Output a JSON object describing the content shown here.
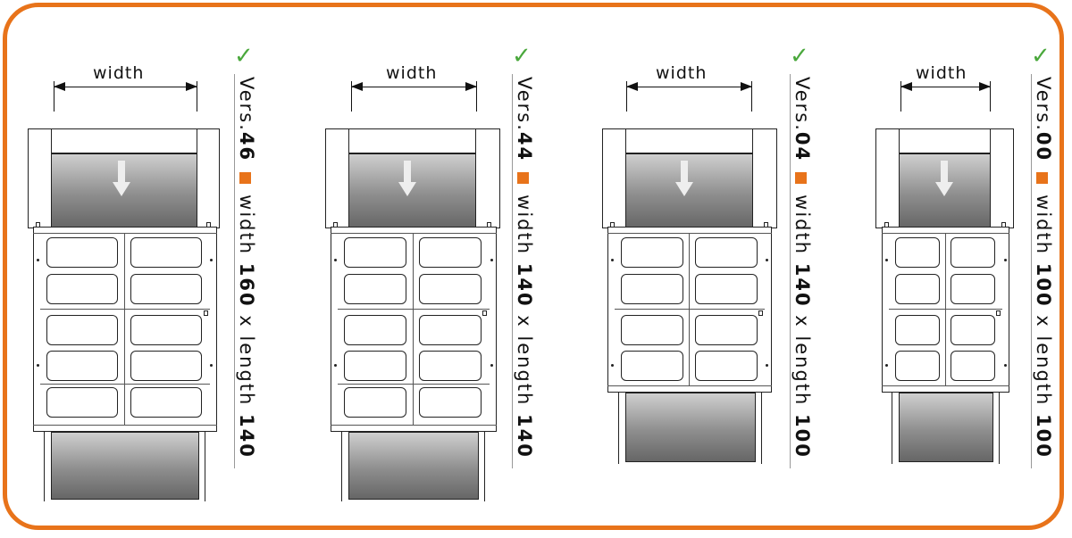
{
  "accent_color": "#e8731a",
  "check_color": "#4aa83c",
  "variants": [
    {
      "dimension_label": "width",
      "check_icon": "checkmark-icon",
      "version_prefix": "Vers.",
      "version_number": "46",
      "spec_width_word": "width",
      "spec_width_value": "160",
      "spec_separator": "x",
      "spec_length_word": "length",
      "spec_length_value": "140"
    },
    {
      "dimension_label": "width",
      "check_icon": "checkmark-icon",
      "version_prefix": "Vers.",
      "version_number": "44",
      "spec_width_word": "width",
      "spec_width_value": "140",
      "spec_separator": "x",
      "spec_length_word": "length",
      "spec_length_value": "140"
    },
    {
      "dimension_label": "width",
      "check_icon": "checkmark-icon",
      "version_prefix": "Vers.",
      "version_number": "04",
      "spec_width_word": "width",
      "spec_width_value": "140",
      "spec_separator": "x",
      "spec_length_word": "length",
      "spec_length_value": "100"
    },
    {
      "dimension_label": "width",
      "check_icon": "checkmark-icon",
      "version_prefix": "Vers.",
      "version_number": "00",
      "spec_width_word": "width",
      "spec_width_value": "100",
      "spec_separator": "x",
      "spec_length_word": "length",
      "spec_length_value": "100"
    }
  ]
}
